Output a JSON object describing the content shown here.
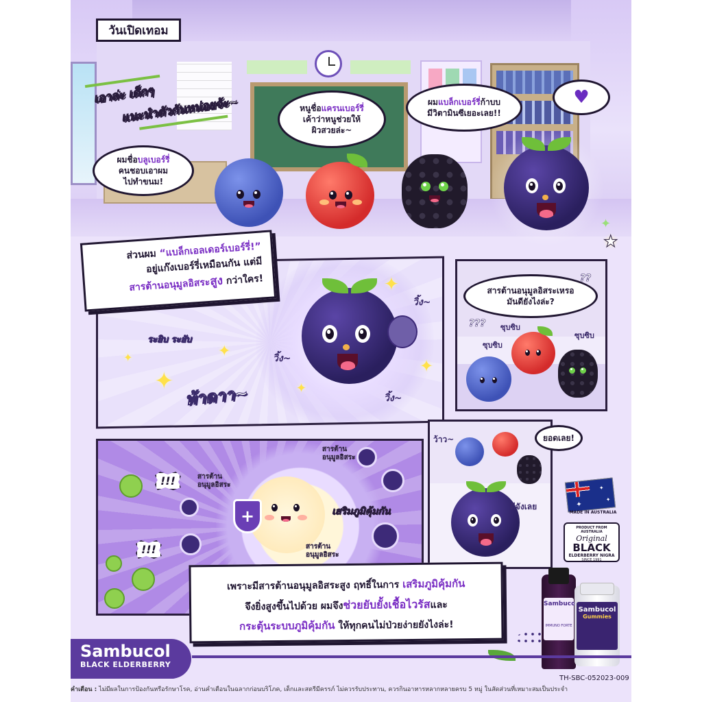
{
  "page_title": "วันเปิดเทอม",
  "panel1": {
    "teacher_line_1": "เอาล่ะ เด็กๆ",
    "teacher_line_2": "แนะนำตัวกันหน่อยจ้ะ~",
    "blueberry_bubble": [
      "ผมชื่อ",
      "บลูเบอร์รี่",
      "คนชอบเอาผม",
      "ไปทำขนม!"
    ],
    "cranberry_bubble": [
      "หนูชื่อ",
      "แครนเบอร์รี่",
      "เค้าว่าหนูช่วยให้",
      "ผิวสวยล่ะ~"
    ],
    "blackberry_bubble": [
      "ผม",
      "แบล็กเบอร์รี่",
      "ก้าบบ",
      "มีวิตามินซีเยอะเลย!!"
    ],
    "heart_bubble_icon": "heart-icon"
  },
  "panel2": {
    "caption_line_1_prefix": "ส่วนผม ",
    "caption_line_1_name": "“แบล็กเอลเดอร์เบอร์รี่!”",
    "caption_line_2": "อยู่แก๊งเบอร์รี่เหมือนกัน แต่มี",
    "caption_line_3_hl": "สารต้านอนุมูลอิสระ",
    "caption_line_3_hl2": "สูง",
    "caption_line_3_rest": " กว่าใคร!",
    "sfx_raiyub": "ระยิบ ระยับ",
    "sfx_tada": "ท้าดาา~",
    "sfx_wing1": "วิ้ง~",
    "sfx_wing2": "วิ้ง~",
    "sfx_wing3": "วิ้ง~"
  },
  "panel3": {
    "bubble": [
      "สารต้านอนุมูลอิสระเหรอ",
      "มันดียังไงล่ะ?"
    ],
    "sfx_qq1": "??",
    "sfx_qq2": "???",
    "whisper1": "ซุบซิบ",
    "whisper2": "ซุบซิบ",
    "whisper3": "ซุบซิบ"
  },
  "panel4": {
    "label_antioxidant_1": "สารต้าน อนุมูลอิสระ",
    "label_antioxidant_2": "สารต้าน อนุมูลอิสระ",
    "label_antioxidant_3": "สารต้าน อนุมูลอิสระ",
    "label_immunity": "เสริมภูมิคุ้มกัน",
    "sfx_excl1": "!!!",
    "sfx_excl2": "!!!"
  },
  "panel5": {
    "sfx_wow": "ว้าว~",
    "bubble": "ยอดเลย!",
    "side_text": "ดีจังเลย"
  },
  "final_caption": {
    "line1_prefix": "เพราะมีสารต้านอนุมูลอิสระสูง ฤทธิ์ในการ ",
    "line1_hl": "เสริมภูมิคุ้มกัน",
    "line2_prefix": "จึงยิ่งสูงขึ้นไปด้วย ผมจึง",
    "line2_hl": "ช่วยยับยั้งเชื้อไวรัส",
    "line2_suffix": "และ",
    "line3_hl": "กระตุ้นระบบภูมิคุ้มกัน",
    "line3_rest": " ให้ทุกคนไม่ป่วยง่ายยังไงล่ะ!"
  },
  "badges": {
    "made_in": "MADE IN AUSTRALIA",
    "original_line1": "PRODUCT FROM AUSTRALIA",
    "original_script": "Original",
    "original_black": "BLACK",
    "original_sub": "ELDERBERRY NIGRA",
    "original_since": "SINCE 1991"
  },
  "brand": {
    "name": "Sambucol",
    "tagline": "BLACK ELDERBERRY",
    "bottle_label": "Sambucol",
    "bottle_sub": "IMMUNO FORTE",
    "gummy_label": "Sambucol",
    "gummy_sub": "Gummies"
  },
  "code": "TH-SBC-052023-009",
  "warning_label": "คำเตือน :",
  "warning_text": "ไม่มีผลในการป้องกันหรือรักษาโรค, อ่านคำเตือนในฉลากก่อนบริโภค, เด็กและสตรีมีครรภ์ ไม่ควรรับประทาน, ควรกินอาหารหลากหลายครบ 5 หมู่ ในสัดส่วนที่เหมาะสมเป็นประจำ",
  "colors": {
    "accent_purple": "#7a2ec4",
    "ink": "#1f1530",
    "elderberry": "#3d2a78",
    "blueberry": "#4b62c8",
    "cranberry": "#e23a3a",
    "blackberry": "#2a2333"
  }
}
